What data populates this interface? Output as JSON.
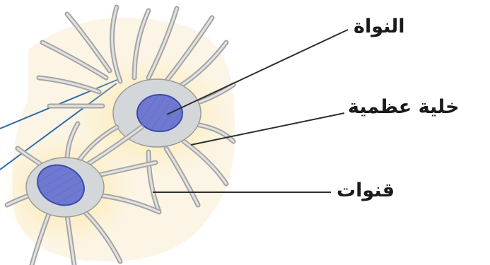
{
  "labels": {
    "nucleus": "النواة",
    "osteocyte": "خلية عظمية",
    "canals": "قنوات"
  },
  "colors": {
    "matrix": "#f7e7b4",
    "cytoplasm": "#d4d7da",
    "process": "#c9c9c9",
    "process_edge": "#9a9a9a",
    "nucleus": "#6f79cf",
    "nucleus_edge": "#3b4aa8",
    "leader": "#2f2f2f",
    "blue_leader": "#2a6aa8"
  }
}
